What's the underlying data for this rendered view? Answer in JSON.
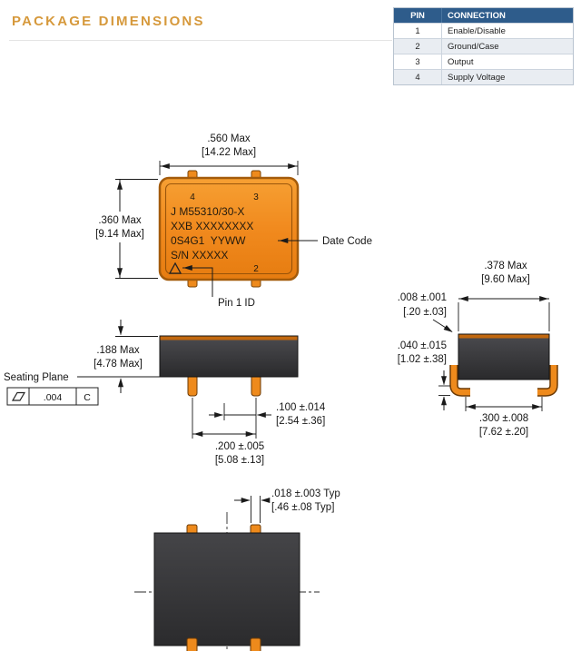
{
  "title": "PACKAGE DIMENSIONS",
  "pin_table": {
    "headers": [
      "PIN",
      "CONNECTION"
    ],
    "rows": [
      {
        "pin": "1",
        "connection": "Enable/Disable"
      },
      {
        "pin": "2",
        "connection": "Ground/Case"
      },
      {
        "pin": "3",
        "connection": "Output"
      },
      {
        "pin": "4",
        "connection": "Supply Voltage"
      }
    ]
  },
  "top_view": {
    "marking": [
      "J M55310/30-X",
      "XXB XXXXXXXX",
      "0S4G1  YYWW",
      "S/N XXXXX"
    ],
    "pin4": "4",
    "pin3": "3",
    "pin2": "2",
    "date_code_label": "Date Code",
    "pin1_label": "Pin 1 ID"
  },
  "front_view": {
    "seating_plane_label": "Seating Plane",
    "datum_tolerance": ".004",
    "datum_ref": "C"
  },
  "dims": {
    "width": {
      "in": ".560 Max",
      "mm": "[14.22 Max]"
    },
    "height": {
      "in": ".360 Max",
      "mm": "[9.14 Max]"
    },
    "body_height": {
      "in": ".188 Max",
      "mm": "[4.78 Max]"
    },
    "pin_offset": {
      "in": ".100 ±.014",
      "mm": "[2.54 ±.36]"
    },
    "pin_spacing": {
      "in": ".200 ±.005",
      "mm": "[5.08 ±.13]"
    },
    "depth": {
      "in": ".378 Max",
      "mm": "[9.60 Max]"
    },
    "lid_thickness": {
      "in": ".008 ±.001",
      "mm": "[.20 ±.03]"
    },
    "lead_thickness": {
      "in": ".040 ±.015",
      "mm": "[1.02 ±.38]"
    },
    "lead_span": {
      "in": ".300 ±.008",
      "mm": "[7.62 ±.20]"
    },
    "lead_width": {
      "in": ".018 ±.003 Typ",
      "mm": "[.46 ±.08 Typ]"
    }
  },
  "colors": {
    "title_accent": "#D6993C",
    "table_header_bg": "#2E5C8B",
    "package_orange": "#F18A1E",
    "body_dark": "#333336",
    "lead_orange": "#EE8A1C"
  }
}
